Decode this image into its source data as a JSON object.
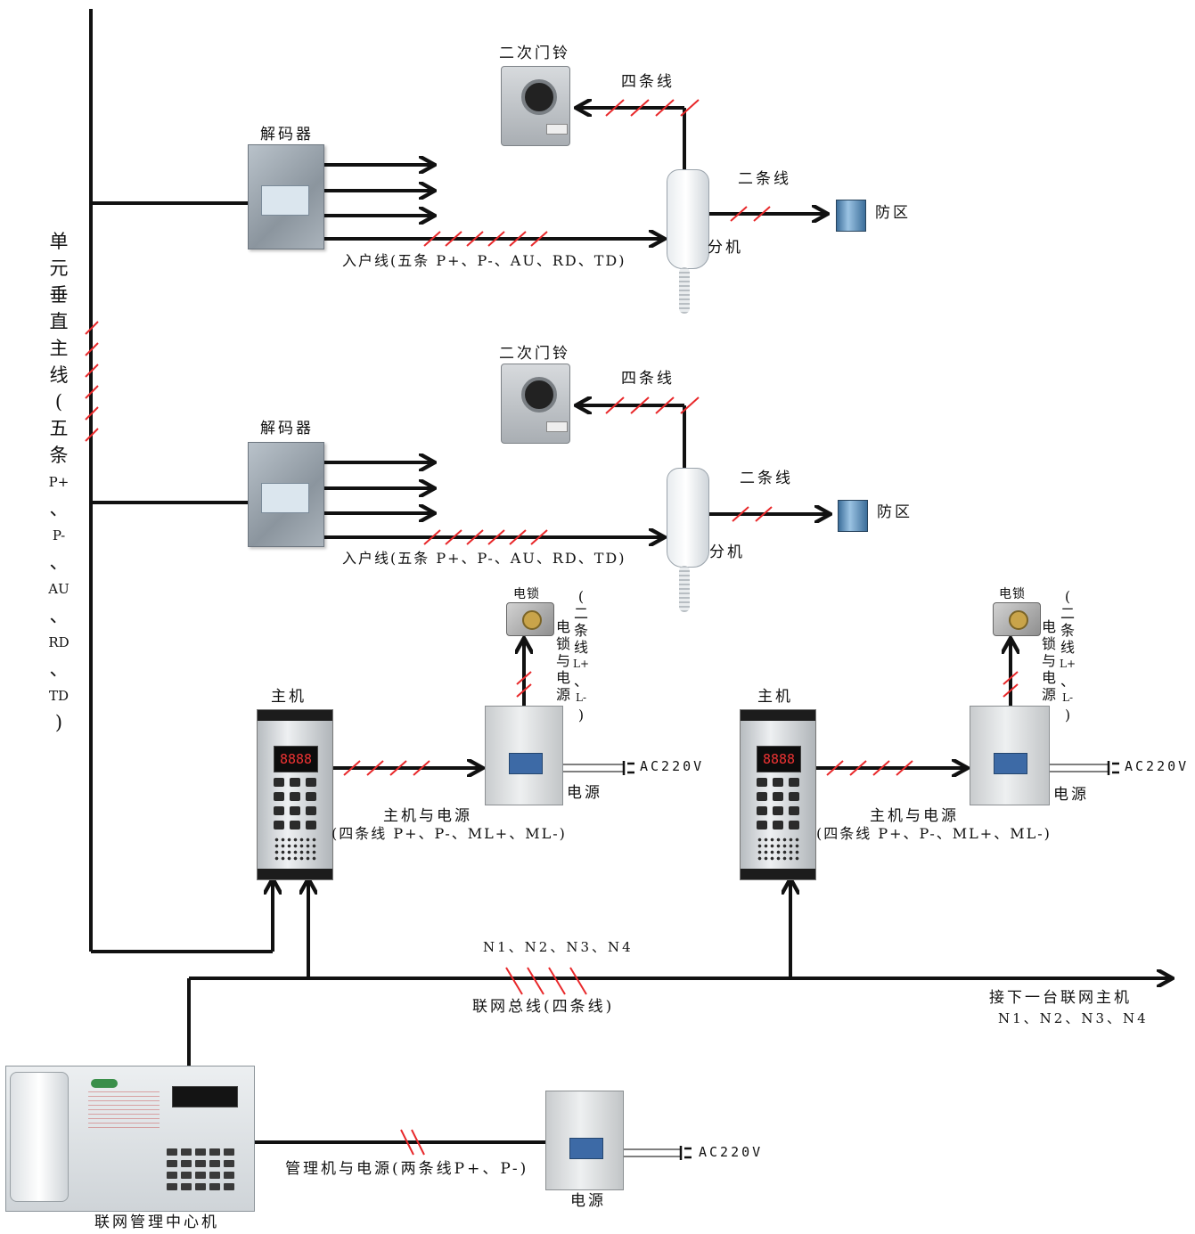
{
  "labels": {
    "doorbell": "二次门铃",
    "four_wires": "四条线",
    "decoder": "解码器",
    "two_wires": "二条线",
    "zone": "防区",
    "extension": "分机",
    "home_line": "入户线(五条 P+、P-、AU、RD、TD)",
    "trunk_vertical": "单元垂直主线(五条P+、P-、AU、RD、TD)",
    "lock": "电锁",
    "lock_power_vertical": "(二条线L+、L-)电锁与电源",
    "host": "主机",
    "power": "电源",
    "ac220": "AC220V",
    "host_power_line1": "主机与电源",
    "host_power_line2": "(四条线 P+、P-、ML+、ML-)",
    "bus_ids": "N1、N2、N3、N4",
    "bus": "联网总线(四条线)",
    "next_host": "接下一台联网主机",
    "next_ids": "N1、N2、N3、N4",
    "mgr_power": "管理机与电源(两条线P+、P-)",
    "center": "联网管理中心机"
  },
  "host_display": "8888",
  "colors": {
    "wire": "#111111",
    "tick": "#e8282a"
  }
}
